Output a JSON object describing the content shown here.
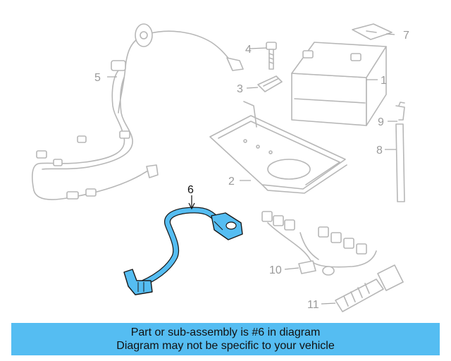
{
  "callouts": {
    "c1": "1",
    "c2": "2",
    "c3": "3",
    "c4": "4",
    "c5": "5",
    "c6": "6",
    "c7": "7",
    "c8": "8",
    "c9": "9",
    "c10": "10",
    "c11": "11"
  },
  "highlighted_part": "6",
  "colors": {
    "highlight": "#55bdf2",
    "banner": "#55bdf2",
    "line_art": "#b7b7b7"
  },
  "banner": {
    "line1": "Part or sub-assembly is #6 in diagram",
    "line2": "Diagram may not be specific to your vehicle"
  }
}
